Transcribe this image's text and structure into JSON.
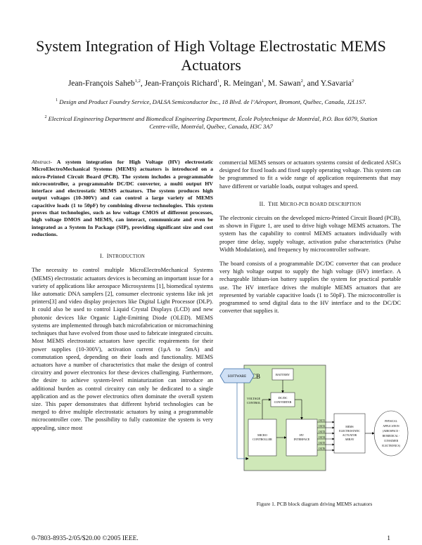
{
  "title": "System Integration of High Voltage Electrostatic MEMS Actuators",
  "authors": [
    {
      "name": "Jean-François Saheb",
      "sup": "1,2",
      "sep": ", "
    },
    {
      "name": "Jean-François Richard",
      "sup": "1",
      "sep": ", "
    },
    {
      "name": "R. Meingan",
      "sup": "1",
      "sep": ", "
    },
    {
      "name": "M. Sawan",
      "sup": "2",
      "sep": ", and "
    },
    {
      "name": "Y.Savaria",
      "sup": "2",
      "sep": ""
    }
  ],
  "affiliations": [
    {
      "sup": "1",
      "text": "Design and Product Foundry Service, DALSA Semiconductor Inc., 18 Blvd. de l’Aéroport, Bromont, Québec, Canada, J2L1S7."
    },
    {
      "sup": "2",
      "text": "Electrical Engineering Department and Biomedical Engineering Department, École Polytechnique de Montréal, P.O. Box 6079, Station Centre-ville, Montréal, Québec, Canada, H3C 3A7"
    }
  ],
  "abstract": {
    "lead": "Abstract-",
    "text": " A system integration for High Voltage (HV) electrostatic MicroElectroMechanical Systems (MEMS) actuators is introduced on a micro-Printed Circuit Board (PCB). The system includes a programmable microcontroller, a programmable DC/DC converter, a multi output HV interface and electrostatic MEMS actuators. The system produces high output voltages (10-300V) and can control a large variety of MEMS capacitive loads (1 to 50pF) by combining diverse technologies. This system proves that technologies, such as low voltage CMOS of different processes, high voltage DMOS and MEMS, can interact, communicate and even be integrated as a System In Package (SIP), providing significant size and cost reductions."
  },
  "sections": {
    "intro": {
      "num": "I.",
      "first": "I",
      "rest": "NTRODUCTION"
    },
    "pcb": {
      "num": "II.",
      "first": "T",
      "rest": "HE",
      "first2": "M",
      "rest2": "ICRO",
      "tail": "-PCB BOARD DESCRIPTION"
    }
  },
  "left_paragraphs": [
    "The necessity to control multiple MicroElectroMechanical Systems (MEMS) electrostatic actuators devices is becoming an important issue for a variety of applications like aerospace Microsystems [1], biomedical systems like automatic DNA samplers [2], consumer electronic systems like ink jet printers[3] and video display projectors like Digital Light Processor (DLP). It could also be used to control Liquid Crystal Displays (LCD) and new photonic devices like Organic Light-Emitting Diode (OLED). MEMS systems are implemented through batch microfabrication or micromachining techniques that have evolved from those used to fabricate integrated circuits. Most MEMS electrostatic actuators have specific requirements for their power supplies (10-300V), activation current (1µA to 5mA) and commutation speed, depending on their loads and functionality. MEMS actuators have a number of characteristics that make the design of control circuitry and power electronics for these devices challenging. Furthermore, the desire to achieve system-level miniaturization can introduce an additional burden as control circuitry can only be dedicated to a single application and as the power electronics often dominate the overall system size. This paper demonstrates that different hybrid technologies can be merged to drive multiple electrostatic actuators by using a programmable microcontroller core. The possibility to fully customize the system is very appealing, since most"
  ],
  "right_paragraphs": [
    "commercial MEMS sensors or actuators systems consist of dedicated ASICs designed for fixed loads and fixed supply operating voltage. This system can be programmed to fit a wide range of application requirements that may have different or variable loads, output voltages and speed.",
    "The electronic circuits on the developed micro-Printed Circuit Board (PCB), as shown in Figure 1, are used to drive high voltage MEMS actuators. The system has the capability to control MEMS actuators individually with proper time delay, supply voltage, activation pulse characteristics (Pulse Width Modulation), and frequency by microcontroller software.",
    "The board consists of a programmable DC/DC converter that can produce very high voltage output to supply the high voltage (HV) interface. A rechargeable lithium-ion battery supplies the system for practical portable use. The HV interface drives the multiple MEMS actuators that are represented by variable capacitive loads (1 to 50pF). The microcontroller is programmed to send digital data to the HV interface and to the DC/DC converter that supplies it."
  ],
  "figure": {
    "software": "SOFTWARE",
    "pcb": "PCB",
    "battery": "BATTERY",
    "voltage_control": [
      "VOLTAGE",
      "CONTROL"
    ],
    "dcdc": [
      "DC/DC",
      "CONVERTER"
    ],
    "micro": [
      "MICRO",
      "CONTROLLER"
    ],
    "hv": [
      "HV",
      "INTERFACE"
    ],
    "outputs": [
      "OUT1",
      "OUT2",
      "OUT3",
      "OUT4",
      "OUT5",
      "OUT6"
    ],
    "mems": [
      "MEMS",
      "ELECTROSTATIC",
      "ACTUATOR",
      "ARRAY"
    ],
    "application": [
      "PHYSICAL",
      "APPLICATION",
      "(AEROSPACE -",
      "BIOMEDICAL -",
      "CONSUMER",
      "ELECTRONICS)"
    ],
    "caption": "Figure 1. PCB block diagram driving MEMS actuators",
    "colors": {
      "pcb_fill": "#cfe8b8",
      "software_fill": "#cfe0f5",
      "software_stroke": "#3a6ea8"
    }
  },
  "footer": "0-7803-8935-2/05/$20.00 ©2005 IEEE.",
  "page_number": "1"
}
